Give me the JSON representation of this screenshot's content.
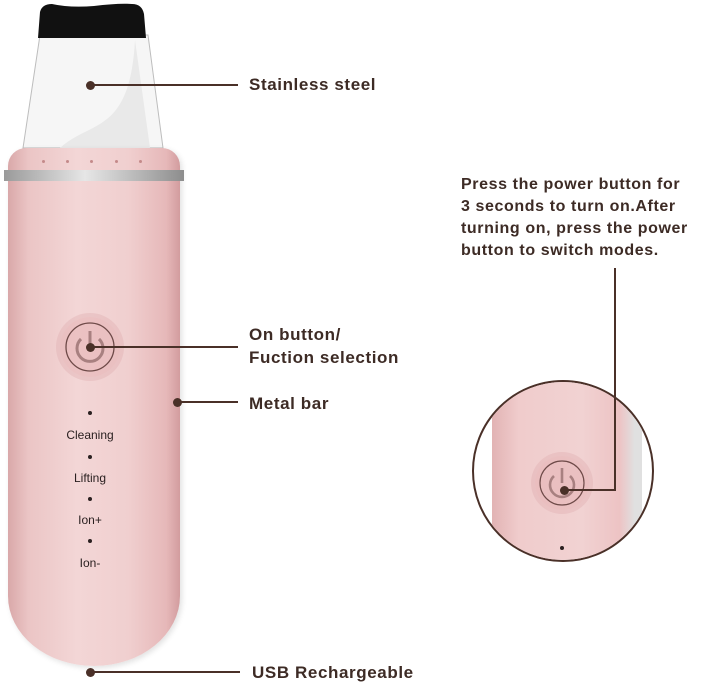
{
  "device": {
    "colors": {
      "body": "#e9bcbd",
      "body_highlight": "#f3d3d3",
      "metal_band": "#b8b8b8",
      "blade_tip": "#111111",
      "blade": "#f4f4f4",
      "callout": "#4a3028",
      "text": "#3d2b25"
    },
    "modes": [
      "Cleaning",
      "Lifting",
      "Ion+",
      "Ion-"
    ],
    "icons": [
      "power-icon"
    ]
  },
  "callouts": {
    "stainless_steel": "Stainless steel",
    "on_button_line1": "On button/",
    "on_button_line2": "Fuction selection",
    "metal_bar": "Metal bar",
    "usb": "USB Rechargeable"
  },
  "instruction": {
    "line1": "Press the power button for",
    "line2": "3 seconds to turn on.After",
    "line3": "turning on, press the power",
    "line4": "button to switch modes."
  }
}
